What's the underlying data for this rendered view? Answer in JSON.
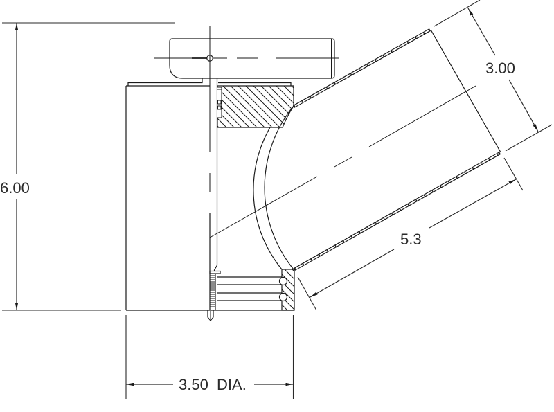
{
  "drawing": {
    "type": "technical-drawing",
    "subject": "angled tube elbow fitting on cylindrical base",
    "dimensions": {
      "overall_height": "6.00",
      "tube_diameter": "3.00",
      "tube_length": "5.3",
      "base_diameter": "3.50  DIA."
    },
    "colors": {
      "line": "#1a1a1a",
      "dimension": "#2a2a2a",
      "background": "#ffffff"
    }
  }
}
